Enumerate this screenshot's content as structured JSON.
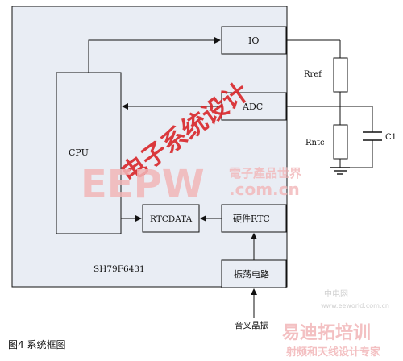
{
  "diagram": {
    "chip_label": "SH79F6431",
    "blocks": {
      "cpu": "CPU",
      "io": "IO",
      "adc": "ADC",
      "rtcdata": "RTCDATA",
      "hw_rtc": "硬件RTC",
      "oscillator": "振荡电路"
    },
    "components": {
      "rref": "Rref",
      "rntc": "Rntc",
      "c1": "C1"
    },
    "crystal_label": "音叉晶振",
    "caption": "图4  系统框图"
  },
  "watermarks": {
    "diagonal": "电子系统设计",
    "logo": "EEPW",
    "logo_cn": "電子產品世界",
    "logo_domain": ".com.cn",
    "corner_top": "中电网",
    "corner_url": "www.eeworld.com.cn",
    "bottom_brand": "易迪拓培训",
    "bottom_sub": "射频和天线设计专家"
  },
  "colors": {
    "chip_fill": "#e9edf4",
    "line": "#111111",
    "watermark_red": "#d9262a"
  }
}
